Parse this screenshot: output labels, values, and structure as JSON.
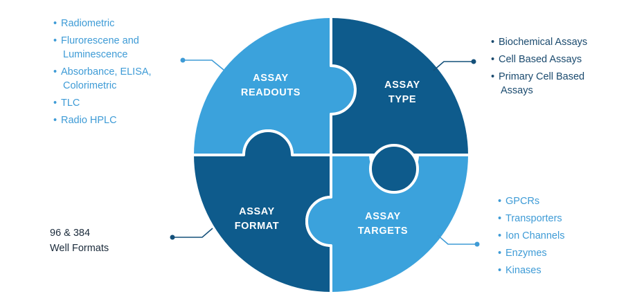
{
  "colors": {
    "light_blue": "#3ba2dc",
    "dark_blue": "#0e5b8c",
    "connector_light": "#3e9bd6",
    "connector_dark": "#14507a"
  },
  "quadrants": {
    "readouts": {
      "line1": "ASSAY",
      "line2": "READOUTS"
    },
    "type": {
      "line1": "ASSAY",
      "line2": "TYPE"
    },
    "format": {
      "line1": "ASSAY",
      "line2": "FORMAT"
    },
    "targets": {
      "line1": "ASSAY",
      "line2": "TARGETS"
    }
  },
  "readouts_list": [
    {
      "line1": "Radiometric"
    },
    {
      "line1": "Flurorescene and",
      "line2": "Luminescence"
    },
    {
      "line1": "Absorbance, ELISA,",
      "line2": "Colorimetric"
    },
    {
      "line1": "TLC"
    },
    {
      "line1": "Radio HPLC"
    }
  ],
  "type_list": [
    {
      "line1": "Biochemical Assays"
    },
    {
      "line1": "Cell Based Assays"
    },
    {
      "line1": "Primary Cell Based",
      "line2": "Assays"
    }
  ],
  "format_text": {
    "line1": "96 & 384",
    "line2": "Well Formats"
  },
  "targets_list": [
    {
      "line1": "GPCRs"
    },
    {
      "line1": "Transporters"
    },
    {
      "line1": "Ion Channels"
    },
    {
      "line1": "Enzymes"
    },
    {
      "line1": "Kinases"
    }
  ]
}
